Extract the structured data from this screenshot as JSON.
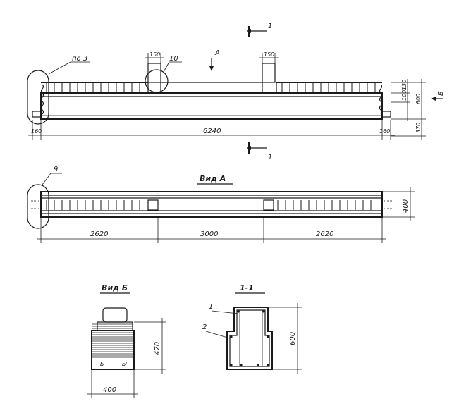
{
  "elevation": {
    "section_mark": "1",
    "callout_pos3": "по 3",
    "callout_10": "10",
    "view_a_arrow": "А",
    "view_b_arrow": "Б",
    "dim_150_left": "150",
    "dim_150_right": "150",
    "dim_left_end": "160",
    "dim_length": "6240",
    "dim_right_end": "160",
    "dim_height_total": "600",
    "dim_100": "100",
    "dim_130": "130",
    "dim_370": "370"
  },
  "view_a": {
    "title": "Вид А",
    "callout_9": "9",
    "dim_left": "2620",
    "dim_mid": "3000",
    "dim_right": "2620",
    "dim_width": "400"
  },
  "view_b": {
    "title": "Вид Б",
    "dim_height": "470",
    "dim_width": "400",
    "letter_left": "Ь",
    "letter_right": "Ы"
  },
  "section": {
    "title": "1-1",
    "callout_1": "1",
    "callout_2": "2",
    "dim_height": "600"
  }
}
